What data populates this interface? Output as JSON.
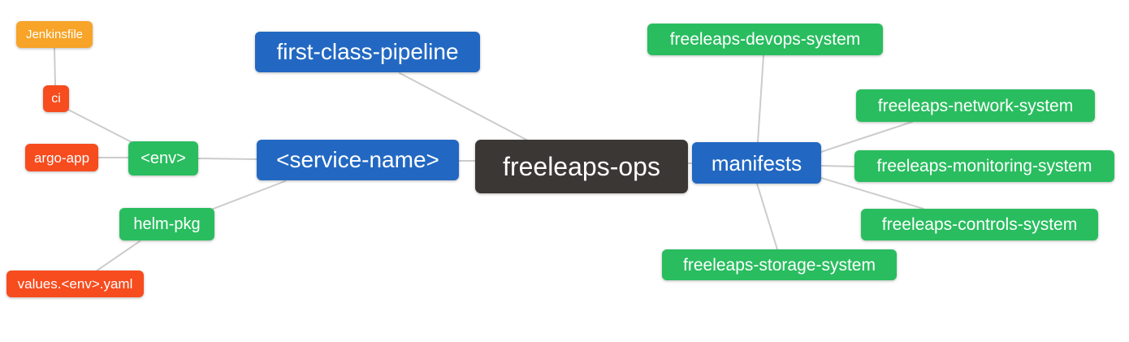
{
  "diagram": {
    "type": "mindmap",
    "root": "freeleaps_ops",
    "palette": {
      "blue": "#2268c2",
      "green": "#29bd5f",
      "red": "#f74c1e",
      "orange": "#f7a428",
      "dark": "#3b3734",
      "edge": "#cccccc",
      "text": "#ffffff"
    },
    "nodes": {
      "jenkinsfile": {
        "label": "Jenkinsfile",
        "color": "orange"
      },
      "ci": {
        "label": "ci",
        "color": "red"
      },
      "argo_app": {
        "label": "argo-app",
        "color": "red"
      },
      "env": {
        "label": "<env>",
        "color": "green"
      },
      "helm_pkg": {
        "label": "helm-pkg",
        "color": "green"
      },
      "values_env_yaml": {
        "label": "values.<env>.yaml",
        "color": "red"
      },
      "first_class_pipeline": {
        "label": "first-class-pipeline",
        "color": "blue"
      },
      "service_name": {
        "label": "<service-name>",
        "color": "blue"
      },
      "freeleaps_ops": {
        "label": "freeleaps-ops",
        "color": "dark"
      },
      "manifests": {
        "label": "manifests",
        "color": "blue"
      },
      "devops_system": {
        "label": "freeleaps-devops-system",
        "color": "green"
      },
      "network_system": {
        "label": "freeleaps-network-system",
        "color": "green"
      },
      "monitoring_system": {
        "label": "freeleaps-monitoring-system",
        "color": "green"
      },
      "controls_system": {
        "label": "freeleaps-controls-system",
        "color": "green"
      },
      "storage_system": {
        "label": "freeleaps-storage-system",
        "color": "green"
      }
    },
    "edges": [
      [
        "jenkinsfile",
        "ci"
      ],
      [
        "ci",
        "env"
      ],
      [
        "argo_app",
        "env"
      ],
      [
        "env",
        "service_name"
      ],
      [
        "helm_pkg",
        "service_name"
      ],
      [
        "values_env_yaml",
        "helm_pkg"
      ],
      [
        "first_class_pipeline",
        "freeleaps_ops"
      ],
      [
        "service_name",
        "freeleaps_ops"
      ],
      [
        "freeleaps_ops",
        "manifests"
      ],
      [
        "manifests",
        "devops_system"
      ],
      [
        "manifests",
        "network_system"
      ],
      [
        "manifests",
        "monitoring_system"
      ],
      [
        "manifests",
        "controls_system"
      ],
      [
        "manifests",
        "storage_system"
      ]
    ]
  }
}
